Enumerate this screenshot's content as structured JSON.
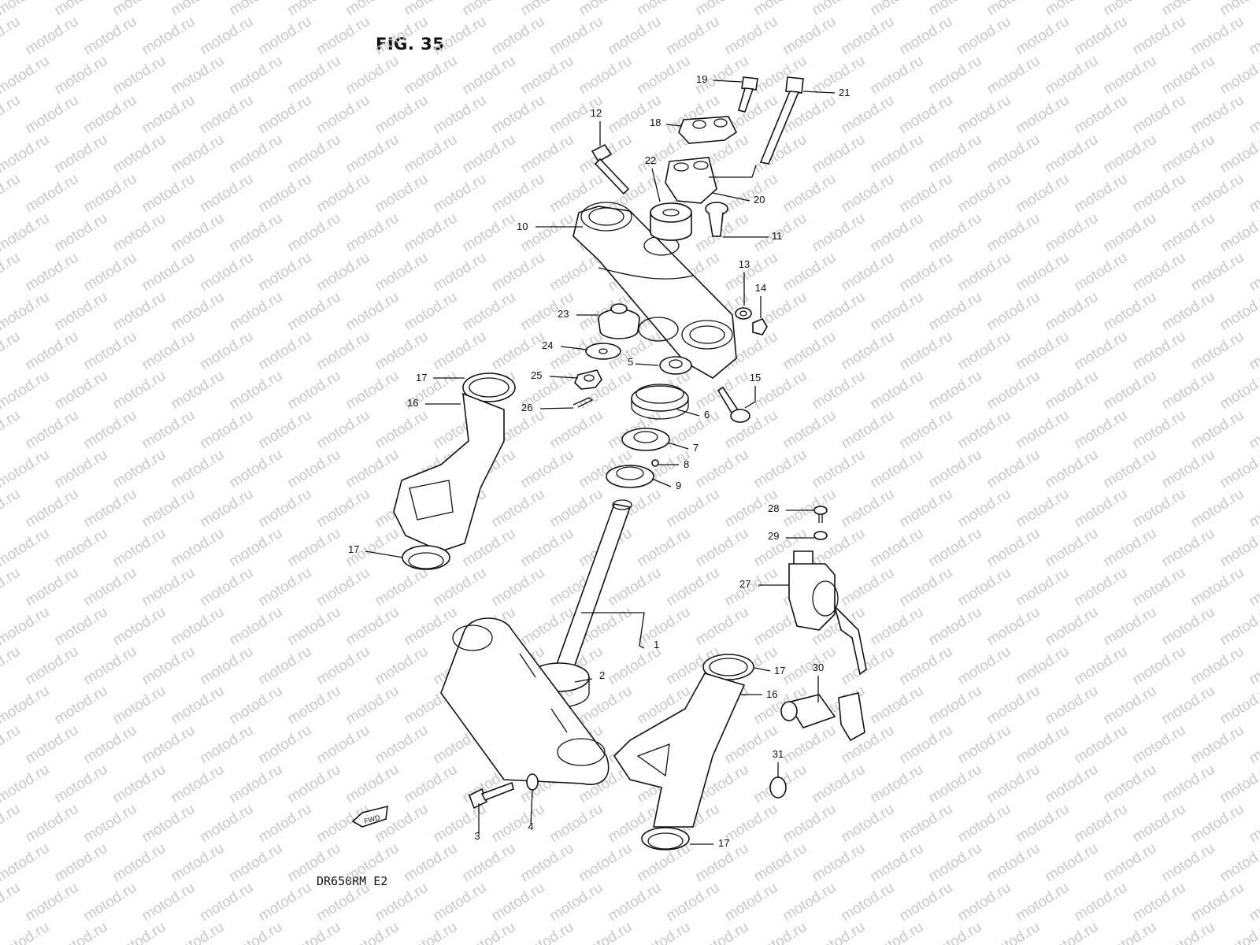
{
  "figure": {
    "title": "FIG. 35",
    "model": "DR650RM  E2",
    "forward_badge": "FWD",
    "watermark": "motod.ru"
  },
  "callouts": [
    {
      "id": "1",
      "text": "1"
    },
    {
      "id": "2",
      "text": "2"
    },
    {
      "id": "3",
      "text": "3"
    },
    {
      "id": "4",
      "text": "4"
    },
    {
      "id": "5",
      "text": "5"
    },
    {
      "id": "6",
      "text": "6"
    },
    {
      "id": "7",
      "text": "7"
    },
    {
      "id": "8",
      "text": "8"
    },
    {
      "id": "9",
      "text": "9"
    },
    {
      "id": "10",
      "text": "10"
    },
    {
      "id": "11",
      "text": "11"
    },
    {
      "id": "12",
      "text": "12"
    },
    {
      "id": "13",
      "text": "13"
    },
    {
      "id": "14",
      "text": "14"
    },
    {
      "id": "15",
      "text": "15"
    },
    {
      "id": "16a",
      "text": "16"
    },
    {
      "id": "16b",
      "text": "16"
    },
    {
      "id": "17a",
      "text": "17"
    },
    {
      "id": "17b",
      "text": "17"
    },
    {
      "id": "17c",
      "text": "17"
    },
    {
      "id": "17d",
      "text": "17"
    },
    {
      "id": "18",
      "text": "18"
    },
    {
      "id": "19",
      "text": "19"
    },
    {
      "id": "20",
      "text": "20"
    },
    {
      "id": "21",
      "text": "21"
    },
    {
      "id": "22",
      "text": "22"
    },
    {
      "id": "23",
      "text": "23"
    },
    {
      "id": "24",
      "text": "24"
    },
    {
      "id": "25",
      "text": "25"
    },
    {
      "id": "26",
      "text": "26"
    },
    {
      "id": "27",
      "text": "27"
    },
    {
      "id": "28",
      "text": "28"
    },
    {
      "id": "29",
      "text": "29"
    },
    {
      "id": "30",
      "text": "30"
    },
    {
      "id": "31",
      "text": "31"
    }
  ]
}
